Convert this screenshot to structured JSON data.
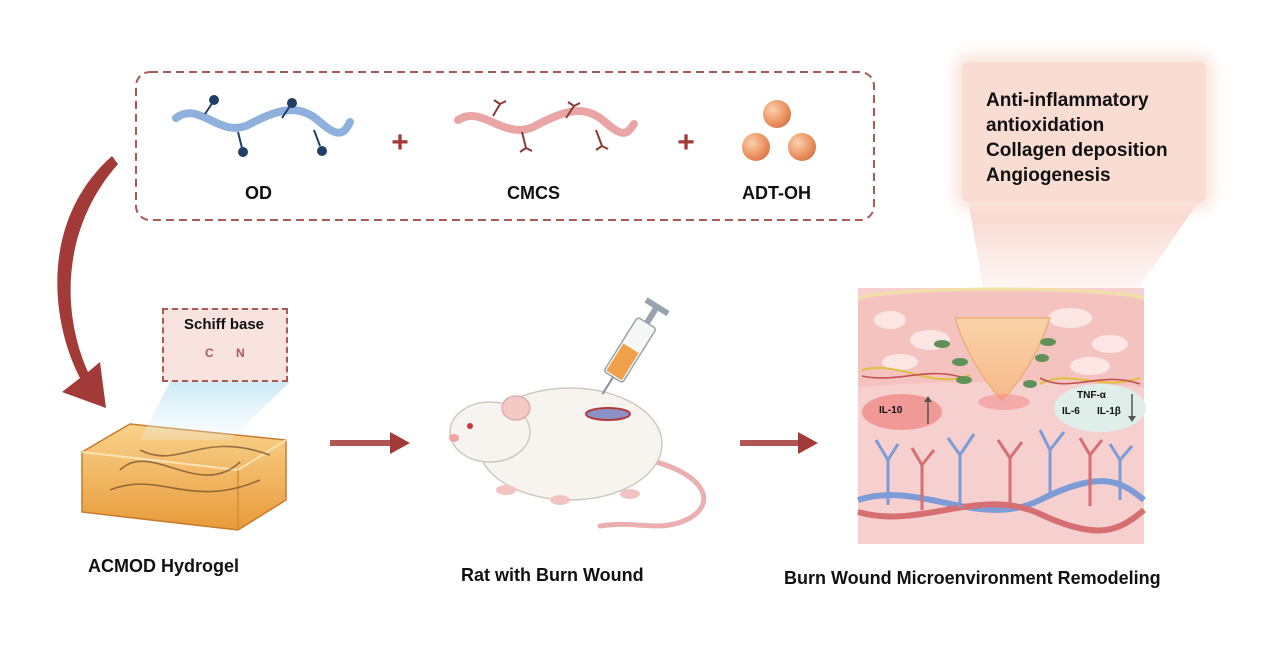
{
  "ingredients": {
    "od": "OD",
    "cmcs": "CMCS",
    "adt_oh": "ADT-OH",
    "plus_1": "+",
    "plus_2": "+"
  },
  "schiff": {
    "title": "Schiff base",
    "atom_c": "C",
    "bond": "=",
    "atom_n": "N"
  },
  "effects": [
    "Anti-inflammatory",
    "antioxidation",
    "Collagen deposition",
    "Angiogenesis"
  ],
  "markers": {
    "il10": "IL-10",
    "tnf": "TNF-α",
    "il6": "IL-6",
    "il1b": "IL-1β"
  },
  "steps": {
    "hydrogel": "ACMOD Hydrogel",
    "rat": "Rat with Burn Wound",
    "remodel": "Burn Wound Microenvironment Remodeling"
  },
  "colors": {
    "od_chain": "#8fb0dc",
    "od_node": "#1f3f66",
    "cmcs_chain": "#e8a5a3",
    "cmcs_node": "#8a3b36",
    "particle": "#f2a070",
    "arrow": "#a23a38",
    "dashed_border": "#a85a55",
    "hydrogel": "#f4b85c",
    "skin": "#f6cfcf",
    "vessel_blue": "#7d9bd6",
    "vessel_red": "#d56f72",
    "effects_bg": "#f9dcd2"
  }
}
